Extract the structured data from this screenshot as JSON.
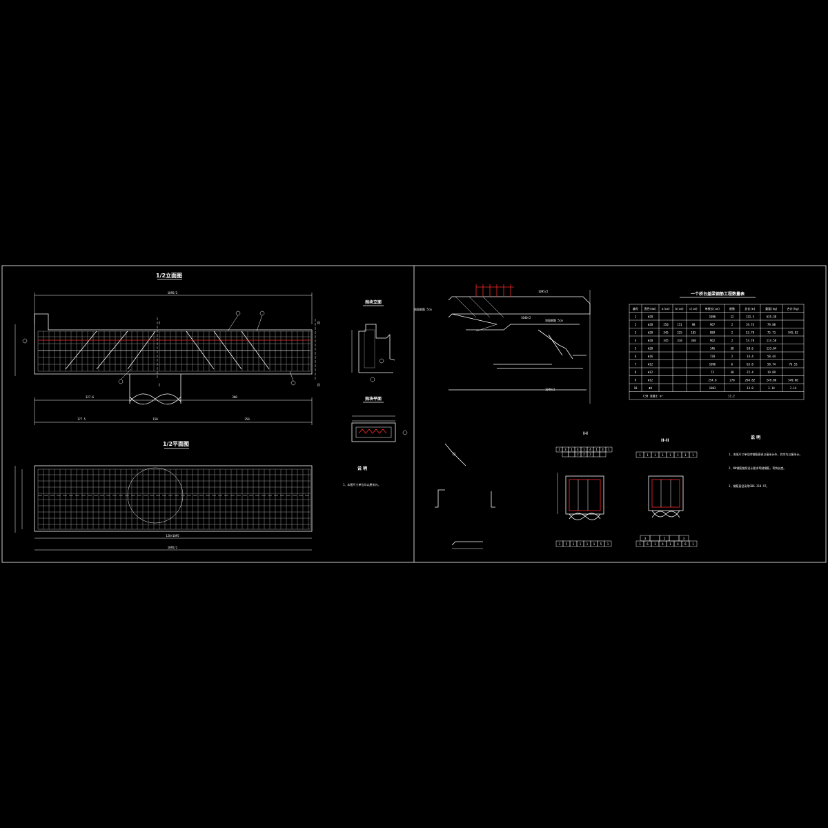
{
  "drawing": {
    "left_elevation_title": "1/2立面图",
    "left_plan_title": "1/2平面图",
    "block_elev_title": "挡块立面",
    "block_plan_title": "挡块平面",
    "notes_left_title": "说 明",
    "notes_left": [
      "1、本图尺寸单位均以厘米计。"
    ],
    "notes_right_title": "说 明",
    "notes_right": [
      "1、本图尺寸单位除钢筋直径以毫米计外，其余均以厘米计。",
      "2、N8钢筋按照设计要求弯制钢筋，弯钩长度。",
      "3、钢筋直径采用GB6-318-97。"
    ],
    "section_1_title": "I-I",
    "section_2_title": "II-II",
    "table_title": "一个桥台盖梁钢筋工程数量表",
    "dims": {
      "total_top": "1095/2",
      "span_a": "327.6",
      "span_b": "300",
      "seg_1": "177.5",
      "seg_2": "150",
      "seg_3": "250",
      "plan_inner": "128×1095",
      "plan_total": "1095/2",
      "right_top": "1095/2",
      "right_mid": "1040/2",
      "right_low": "1040/2"
    },
    "labels": {
      "sec_I": "I",
      "sec_II": "II",
      "pad_top": "顶面钢筋 5cm",
      "pad_mid": "顶面钢筋 5cm"
    }
  },
  "table": {
    "headers": [
      "编号",
      "直径(mm)",
      "a(cm)",
      "b(cm)",
      "c(cm)",
      "单根长(cm)",
      "根数",
      "总长(m)",
      "重量(kg)",
      "合计(kg)"
    ],
    "rows": [
      [
        "1",
        "Φ28",
        "",
        "",
        "",
        "1096",
        "12",
        "131.5",
        "635.38",
        ""
      ],
      [
        "2",
        "Φ28",
        "250",
        "151",
        "98",
        "967",
        "2",
        "19.74",
        "79.80",
        ""
      ],
      [
        "3",
        "Φ28",
        "345",
        "225",
        "105",
        "889",
        "2",
        "53.78",
        "75.73",
        "945.02"
      ],
      [
        "4",
        "Φ28",
        "345",
        "310",
        "340",
        "962",
        "2",
        "53.78",
        "114.58",
        ""
      ],
      [
        "5",
        "Φ28",
        "",
        "",
        "",
        "146",
        "38",
        "58.6",
        "133.04",
        ""
      ],
      [
        "6",
        "Φ16",
        "",
        "",
        "",
        "720",
        "2",
        "14.4",
        "58.44",
        ""
      ],
      [
        "7",
        "Φ12",
        "",
        "",
        "",
        "1096",
        "6",
        "65.8",
        "58.74",
        "76.53"
      ],
      [
        "8",
        "Φ12",
        "",
        "",
        "",
        "73",
        "30",
        "22.4",
        "19.89",
        ""
      ],
      [
        "9",
        "Φ12",
        "",
        "",
        "",
        "254.6",
        "270",
        "294.82",
        "249.00",
        "549.00"
      ],
      [
        "10",
        "Φ8",
        "",
        "",
        "",
        "1083",
        "",
        "13.0",
        "3.14",
        "3.14"
      ]
    ],
    "footer_label": "C30 混凝土 m³",
    "footer_value": "11.2"
  },
  "section_tables": {
    "s1_top": [
      "1",
      "3",
      "1",
      "4",
      "1",
      "4",
      "1",
      "3",
      "1"
    ],
    "s1_top2": [
      "",
      "",
      "2",
      "2",
      "2",
      "",
      ""
    ],
    "s1_bottom": [
      "1",
      "5",
      "1",
      "1",
      "1",
      "1",
      "5",
      "1"
    ],
    "s2_top": [
      "1",
      "1",
      "1",
      "1",
      "1",
      "1",
      "1",
      "1"
    ],
    "s2_bottom_a": [
      "3",
      "",
      "2",
      "",
      "3"
    ],
    "s2_bottom_b": [
      "1",
      "6",
      "1",
      "4",
      "1",
      "4",
      "6",
      "1"
    ]
  }
}
